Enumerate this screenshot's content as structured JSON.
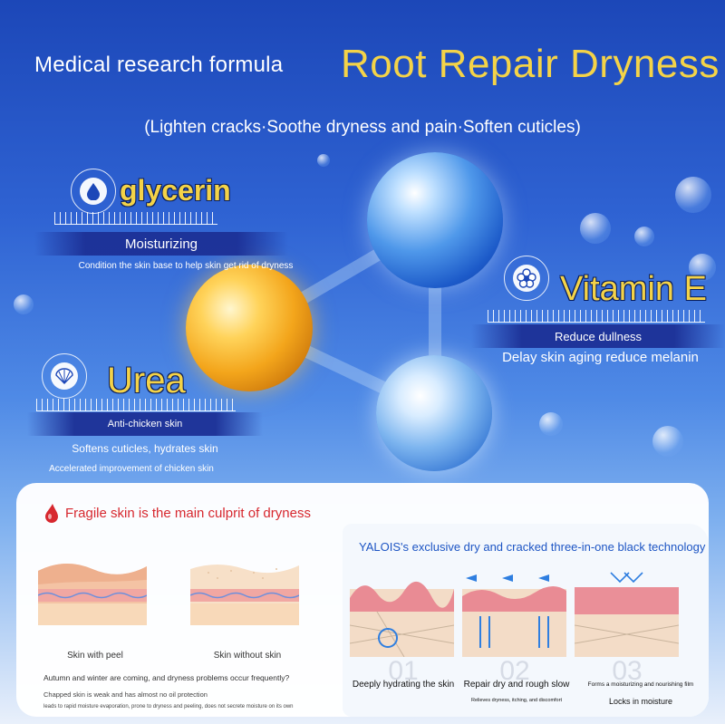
{
  "header": {
    "subtitle": "Medical research formula",
    "title": "Root Repair Dryness",
    "tagline": "(Lighten cracks·Soothe dryness and pain·Soften cuticles)"
  },
  "ingredients": {
    "glycerin": {
      "name": "glycerin",
      "benefit": "Moisturizing",
      "description": "Condition the skin base to help skin get rid of dryness"
    },
    "vitamin_e": {
      "name": "Vitamin E",
      "benefit": "Reduce dullness",
      "description": "Delay skin aging reduce melanin"
    },
    "urea": {
      "name": "Urea",
      "benefit": "Anti-chicken skin",
      "description": "Softens cuticles, hydrates skin",
      "detail": "Accelerated improvement of chicken skin"
    }
  },
  "left_panel": {
    "title": "Fragile skin is the main culprit of dryness",
    "skin_peel_caption": "Skin with peel",
    "skin_no_peel_caption": "Skin without skin",
    "note1": "Autumn and winter are coming, and dryness problems occur frequently?",
    "note2": "Chapped skin is weak and has almost no oil protection",
    "note3": "leads to rapid moisture evaporation, prone to dryness and peeling, does not secrete moisture on its own"
  },
  "right_panel": {
    "title": "YALOIS's exclusive dry and cracked three-in-one black technology",
    "steps": [
      {
        "num": "01",
        "label": "Deeply hydrating the skin",
        "sub": ""
      },
      {
        "num": "02",
        "label": "Repair dry and rough slow",
        "sub": "Relieves dryness, itching, and discomfort"
      },
      {
        "num": "03",
        "label": "Forms a moisturizing and nourishing film",
        "sub": "Locks in moisture"
      }
    ]
  },
  "colors": {
    "accent_gold": "#f4d348",
    "alert_red": "#d7282f",
    "brand_blue": "#1d55c4"
  }
}
